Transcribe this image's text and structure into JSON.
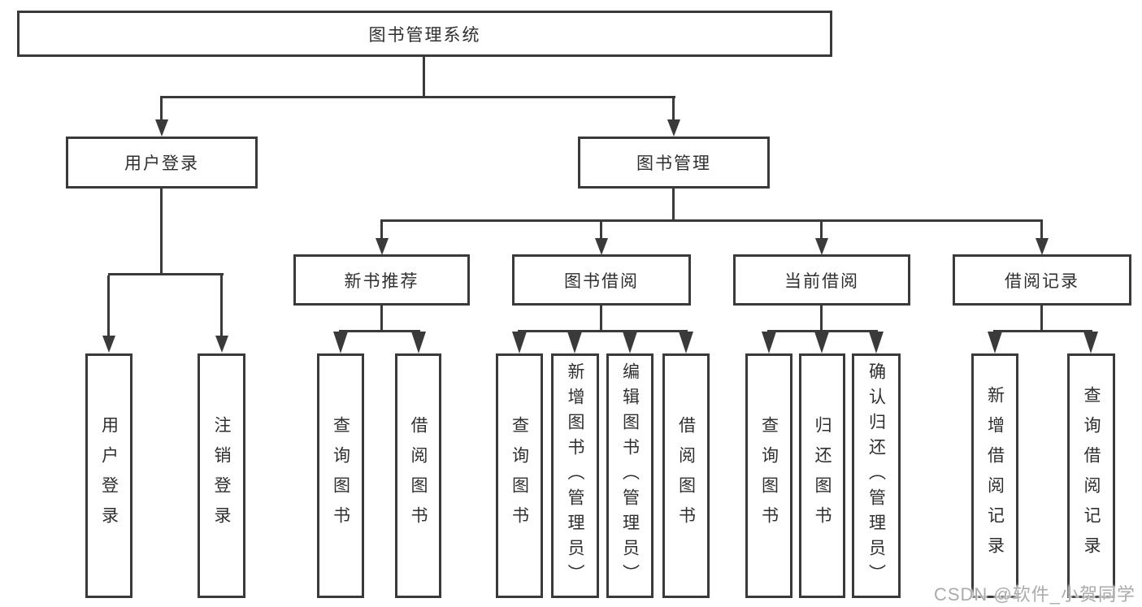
{
  "tree": {
    "label": "图书管理系统",
    "children": [
      {
        "label": "用户登录",
        "children": [
          {
            "label": "用户登录"
          },
          {
            "label": "注销登录"
          }
        ]
      },
      {
        "label": "图书管理",
        "children": [
          {
            "label": "新书推荐",
            "children": [
              {
                "label": "查询图书"
              },
              {
                "label": "借阅图书"
              }
            ]
          },
          {
            "label": "图书借阅",
            "children": [
              {
                "label": "查询图书"
              },
              {
                "label": "新增图书（管理员）"
              },
              {
                "label": "编辑图书（管理员）"
              },
              {
                "label": "借阅图书"
              }
            ]
          },
          {
            "label": "当前借阅",
            "children": [
              {
                "label": "查询图书"
              },
              {
                "label": "归还图书"
              },
              {
                "label": "确认归还（管理员）"
              }
            ]
          },
          {
            "label": "借阅记录",
            "children": [
              {
                "label": "新增借阅记录"
              },
              {
                "label": "查询借阅记录"
              }
            ]
          }
        ]
      }
    ]
  },
  "watermark": {
    "text": "CSDN @软件_小贺同学"
  },
  "colors": {
    "line": "#3a3a3a",
    "text": "#2f2f2f",
    "watermark": "#ababab",
    "background": "#ffffff"
  }
}
